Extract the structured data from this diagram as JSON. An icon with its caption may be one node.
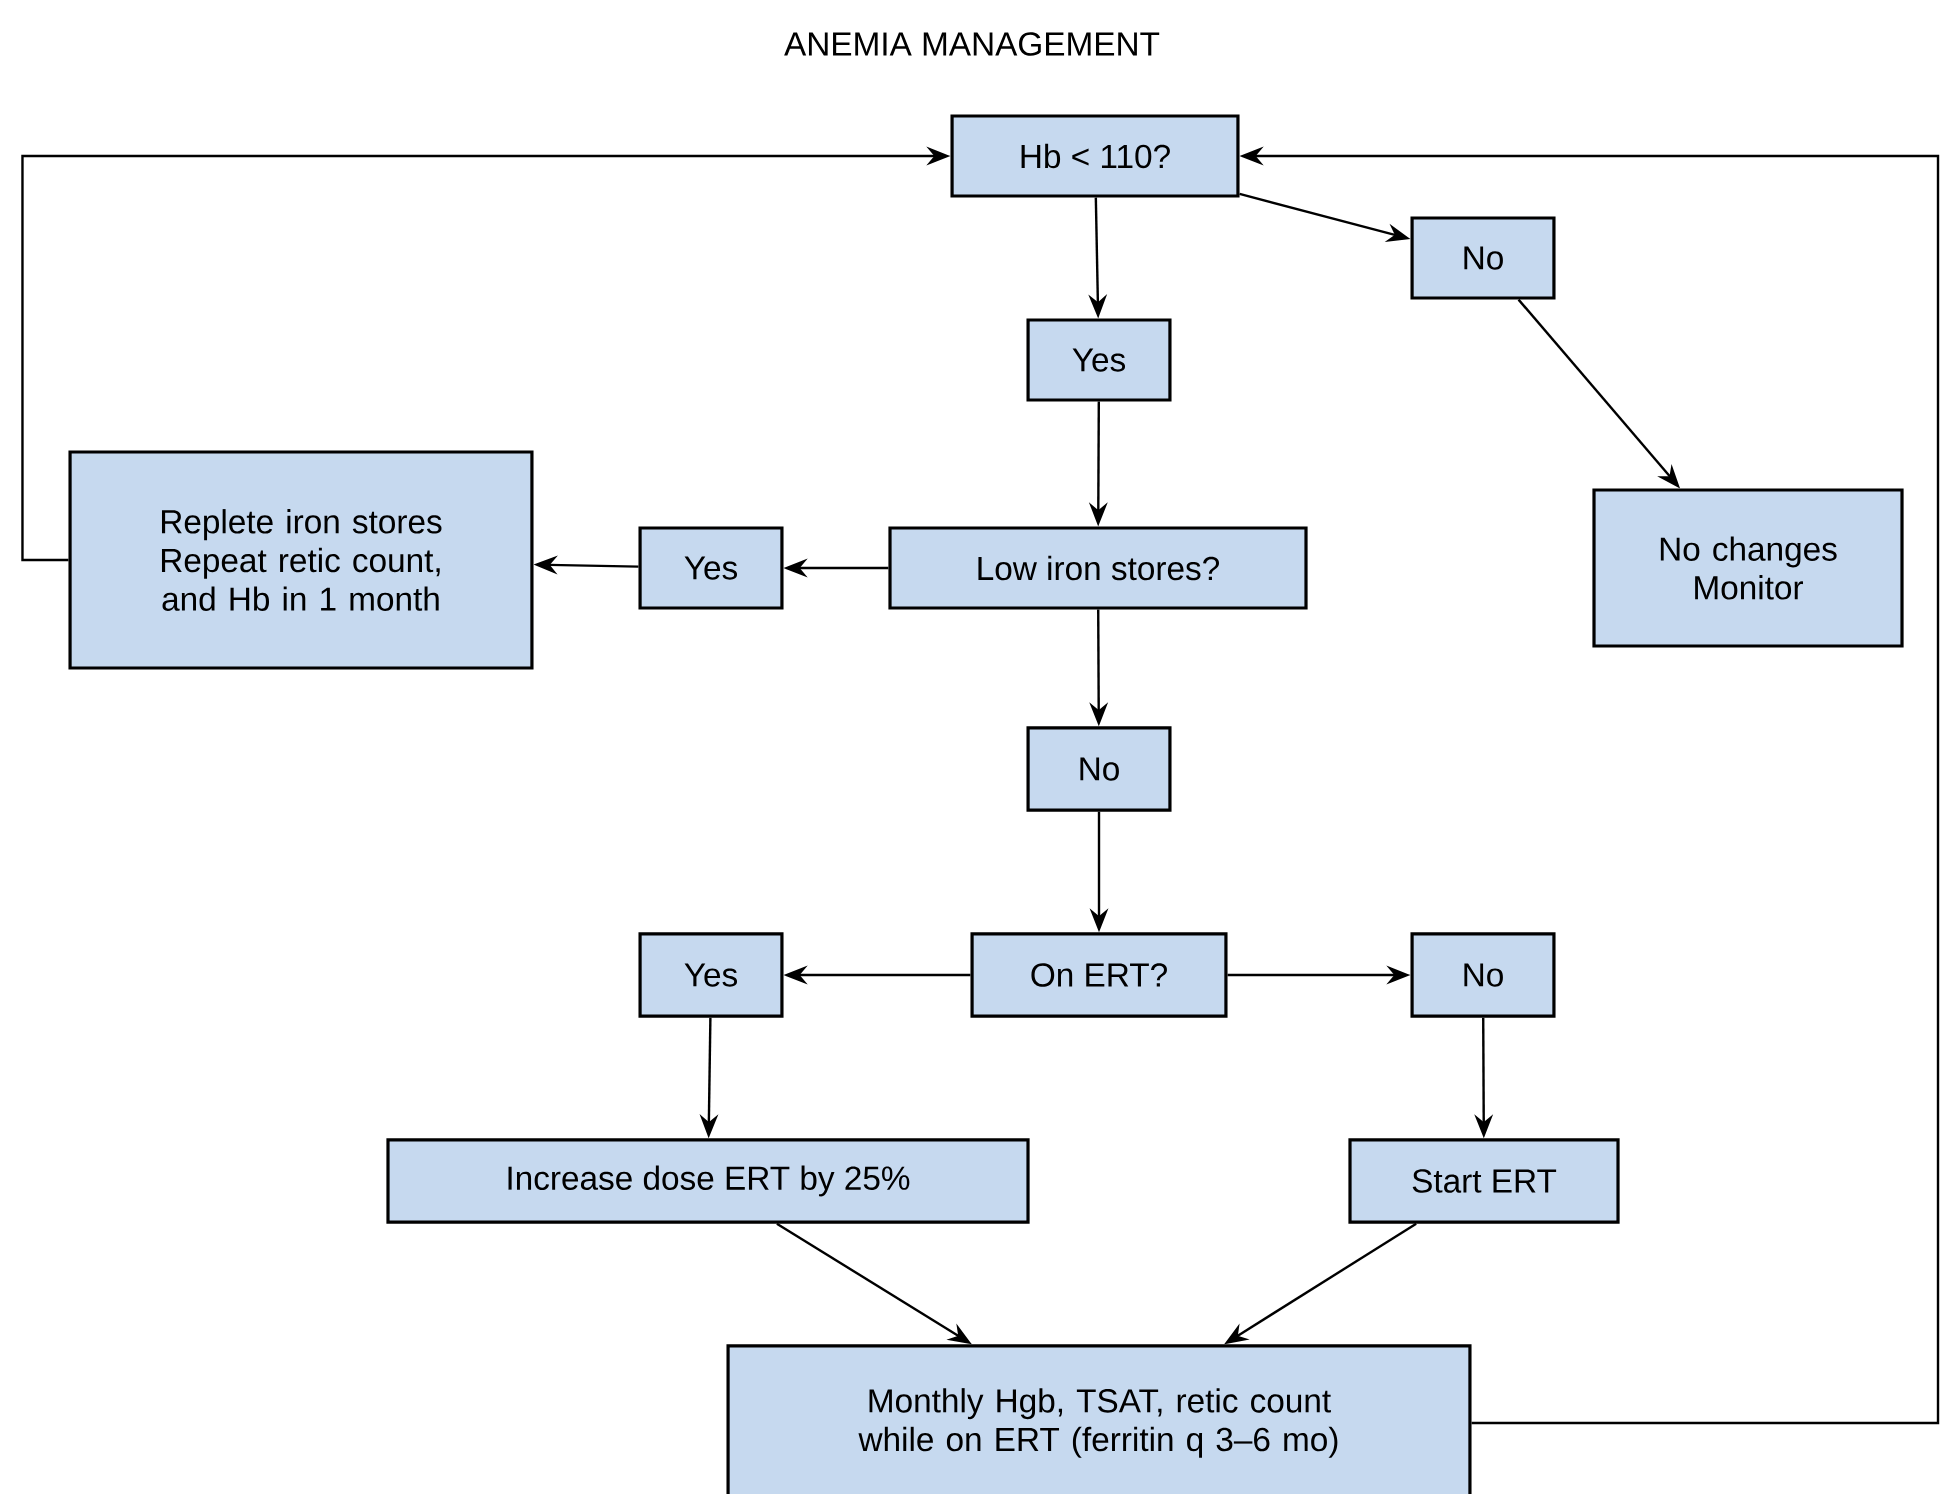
{
  "diagram": {
    "title": "ANEMIA MANAGEMENT",
    "nodes": [
      {
        "text": [
          "Hb < 110?"
        ]
      },
      {
        "text": [
          "No"
        ]
      },
      {
        "text": [
          "Yes"
        ]
      },
      {
        "text": [
          "Low iron stores?"
        ]
      },
      {
        "text": [
          "Replete iron stores Repeat retic count, and Hb in 1 month"
        ]
      },
      {
        "text": [
          "Yes"
        ]
      },
      {
        "text": [
          "No changes Monitor"
        ]
      },
      {
        "text": [
          "No"
        ]
      },
      {
        "text": [
          "On ERT?"
        ]
      },
      {
        "text": [
          "Yes"
        ]
      },
      {
        "text": [
          "No"
        ]
      },
      {
        "text": [
          "Increase dose ERT by 25%"
        ]
      },
      {
        "text": [
          "Start ERT"
        ]
      },
      {
        "text": [
          "Monthly Hgb, TSAT, retic count while on ERT (ferritin q 3–6 mo)"
        ]
      }
    ],
    "edges": [
      {
        "from": 0,
        "to": 1,
        "arrow": "to"
      },
      {
        "from": 1,
        "to": 6,
        "arrow": "to"
      },
      {
        "from": 0,
        "to": 2,
        "arrow": "to"
      },
      {
        "from": 2,
        "to": 3,
        "arrow": "to"
      },
      {
        "from": 3,
        "to": 5,
        "arrow": "to"
      },
      {
        "from": 5,
        "to": 4,
        "arrow": "to"
      },
      {
        "from": 4,
        "to": 0,
        "arrow": "to"
      },
      {
        "from": 3,
        "to": 7,
        "arrow": "to"
      },
      {
        "from": 7,
        "to": 8,
        "arrow": "to"
      },
      {
        "from": 8,
        "to": 9,
        "arrow": "to"
      },
      {
        "from": 8,
        "to": 10,
        "arrow": "to"
      },
      {
        "from": 9,
        "to": 11,
        "arrow": "to"
      },
      {
        "from": 10,
        "to": 12,
        "arrow": "to"
      },
      {
        "from": 11,
        "to": 13,
        "arrow": "to"
      },
      {
        "from": 12,
        "to": 13,
        "arrow": "to"
      },
      {
        "from": 13,
        "to": 0,
        "arrow": "to"
      }
    ]
  }
}
